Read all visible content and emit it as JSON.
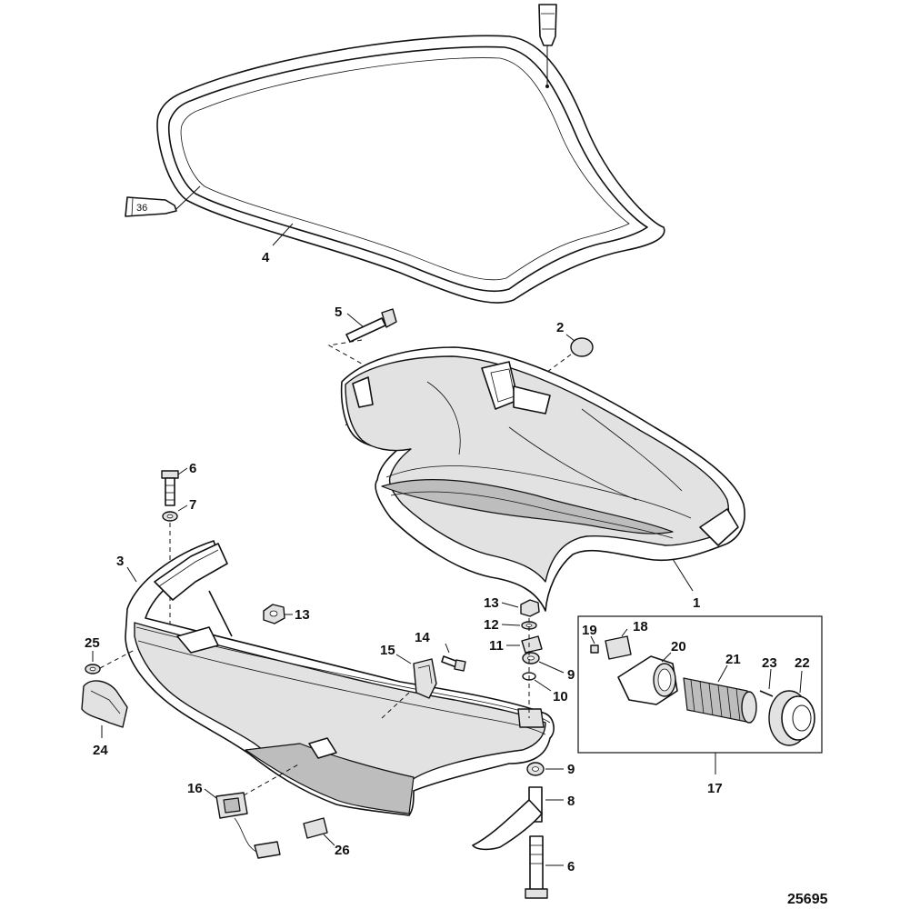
{
  "callouts": {
    "c1": "1",
    "c2": "2",
    "c3": "3",
    "c4": "4",
    "c5": "5",
    "c6a": "6",
    "c6b": "6",
    "c7": "7",
    "c8": "8",
    "c9a": "9",
    "c9b": "9",
    "c10": "10",
    "c11": "11",
    "c12": "12",
    "c13a": "13",
    "c13b": "13",
    "c14": "14",
    "c15": "15",
    "c16": "16",
    "c17": "17",
    "c18": "18",
    "c19": "19",
    "c20": "20",
    "c21": "21",
    "c22": "22",
    "c23": "23",
    "c24": "24",
    "c25": "25",
    "c26": "26"
  },
  "sealant_tube_label": "36",
  "figure_number": "25695"
}
